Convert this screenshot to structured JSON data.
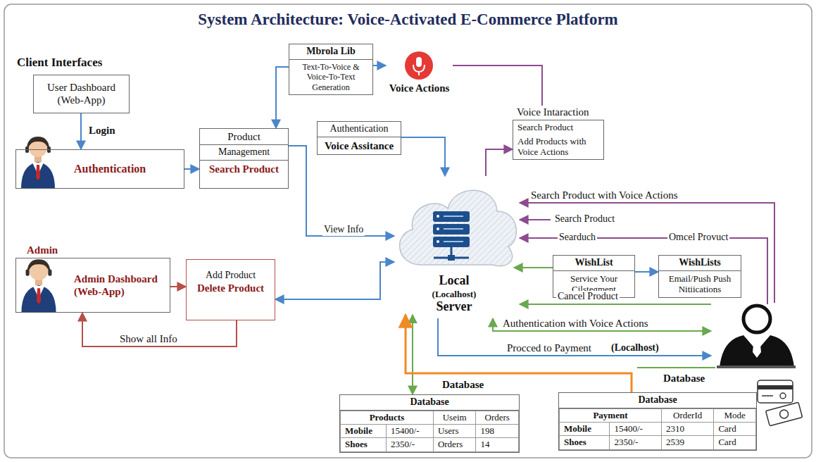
{
  "diagram": {
    "title": "System Architecture: Voice-Activated E-Commerce Platform",
    "nodes": [
      {
        "text": [
          "User Dashboard (Web-App)"
        ]
      },
      {
        "text": [
          "Authentication"
        ]
      },
      {
        "text": [
          "Mbrola Lib",
          "Text-To-Voice & Voice-To-Text Generation"
        ]
      },
      {
        "text": [
          "Voice Actions"
        ]
      },
      {
        "text": [
          "Product",
          "Management",
          "Search Product"
        ]
      },
      {
        "text": [
          "Authentication",
          "Voice Assitance"
        ]
      },
      {
        "text": [
          "Voice Intaraction",
          "Search Product",
          "Add Products with Voice Actions"
        ]
      },
      {
        "text": [
          "Admin",
          "Admin Dashboard (Web-App)"
        ]
      },
      {
        "text": [
          "Add Product",
          "Delete Product"
        ]
      },
      {
        "text": [
          "Local",
          "(Localhost)",
          "Server"
        ]
      },
      {
        "text": [
          "WishList",
          "Service Your Cilstegment"
        ]
      },
      {
        "text": [
          "WishLists",
          "Email/Push Push Nitiications"
        ]
      },
      {
        "text": [
          "Database"
        ]
      },
      {
        "text": [
          "Database"
        ]
      }
    ],
    "edges": [
      {
        "from": 0,
        "to": 1,
        "arrow": "to",
        "label": "Login"
      },
      {
        "from": 1,
        "to": 4,
        "arrow": "to"
      },
      {
        "from": 2,
        "to": 4,
        "arrow": "to"
      },
      {
        "from": 2,
        "to": 3,
        "arrow": "to"
      },
      {
        "from": 3,
        "to": 6,
        "arrow": "none"
      },
      {
        "from": 4,
        "to": 9,
        "arrow": "to",
        "label": "View Info"
      },
      {
        "from": 5,
        "to": 9,
        "arrow": "to"
      },
      {
        "from": 9,
        "to": 6,
        "arrow": "to"
      },
      {
        "from": 8,
        "to": 9,
        "arrow": "both"
      },
      {
        "from": 7,
        "to": 8,
        "arrow": "to"
      },
      {
        "from": 8,
        "to": 7,
        "arrow": "to",
        "label": "Show all Info"
      },
      {
        "from": 10,
        "to": 9,
        "arrow": "to"
      },
      {
        "from": 10,
        "to": 11,
        "arrow": "to"
      },
      {
        "from": 9,
        "to": 12,
        "arrow": "both",
        "label": "Database"
      },
      {
        "from": 13,
        "to": 9,
        "arrow": "to"
      }
    ],
    "labels": [
      "Client Interfaces",
      "Search Product with Voice Actions",
      "Search Product",
      "Searduch",
      "Omcel Provuct",
      "Cancel Product",
      "Authentication with Voice Actions",
      "Procced to Payment",
      "(Localhost)",
      "Database",
      "Products",
      "Useim",
      "Orders",
      "Mobile",
      "15400/-",
      "Users",
      "198",
      "Shoes",
      "2350/-",
      "Orders",
      "14",
      "Payment",
      "OrderId",
      "Mode",
      "Mobile",
      "15400/-",
      "2310",
      "Card",
      "Shoes",
      "2350/-",
      "2539",
      "Card"
    ]
  }
}
